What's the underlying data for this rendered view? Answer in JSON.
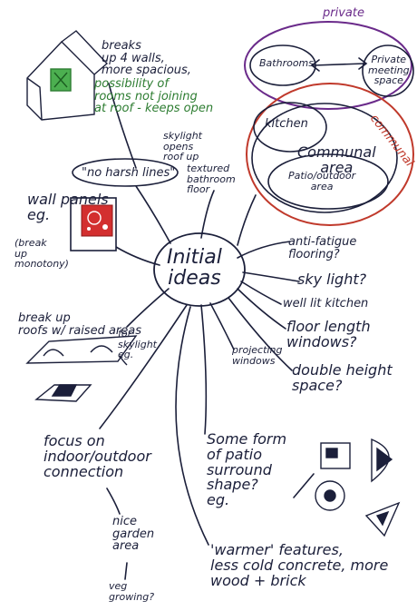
{
  "labels": {
    "private": "private",
    "communal": "communal",
    "bathrooms": "Bathrooms",
    "private_meeting": "Private\nmeeting\nspace",
    "kitchen": "kitchen",
    "communal_area": "Communal\narea",
    "patio_outdoor": "Patio/outdoor\narea",
    "center": "Initial\nideas",
    "no_harsh_lines": "\"no harsh lines\"",
    "skylight_opens": "skylight\nopens\nroof up",
    "breaks_walls": "breaks\nup 4 walls,\nmore spacious,",
    "possibility": "possibility of\nrooms not joining\nat roof - keeps open",
    "textured_floor": "textured\nbathroom\nfloor",
    "wall_panels": "wall panels\neg.",
    "break_monotony": "(break\nup\nmonotony)",
    "anti_fatigue": "anti-fatigue\nflooring?",
    "sky_light": "sky light?",
    "well_lit": "well lit kitchen",
    "floor_length": "floor length\nwindows?",
    "double_height": "double height\nspace?",
    "raised_areas": "break up\nroofs w/ raised areas",
    "for_skylight": "for\nskylight\neg.",
    "projecting": "projecting\nwindows",
    "focus": "focus on\nindoor/outdoor\nconnection",
    "nice_garden": "nice\ngarden\narea",
    "veg": "veg\ngrowing?",
    "patio_surround": "Some form\nof patio\nsurround\nshape?\neg.",
    "warmer": "'warmer' features,\nless cold concrete, more\nwood + brick"
  },
  "colors": {
    "ink": "#1b1f3a",
    "private_ring": "#6a2a8a",
    "communal_ring": "#c0392b",
    "green_text": "#2e7d32",
    "red_panel": "#d32f2f"
  }
}
